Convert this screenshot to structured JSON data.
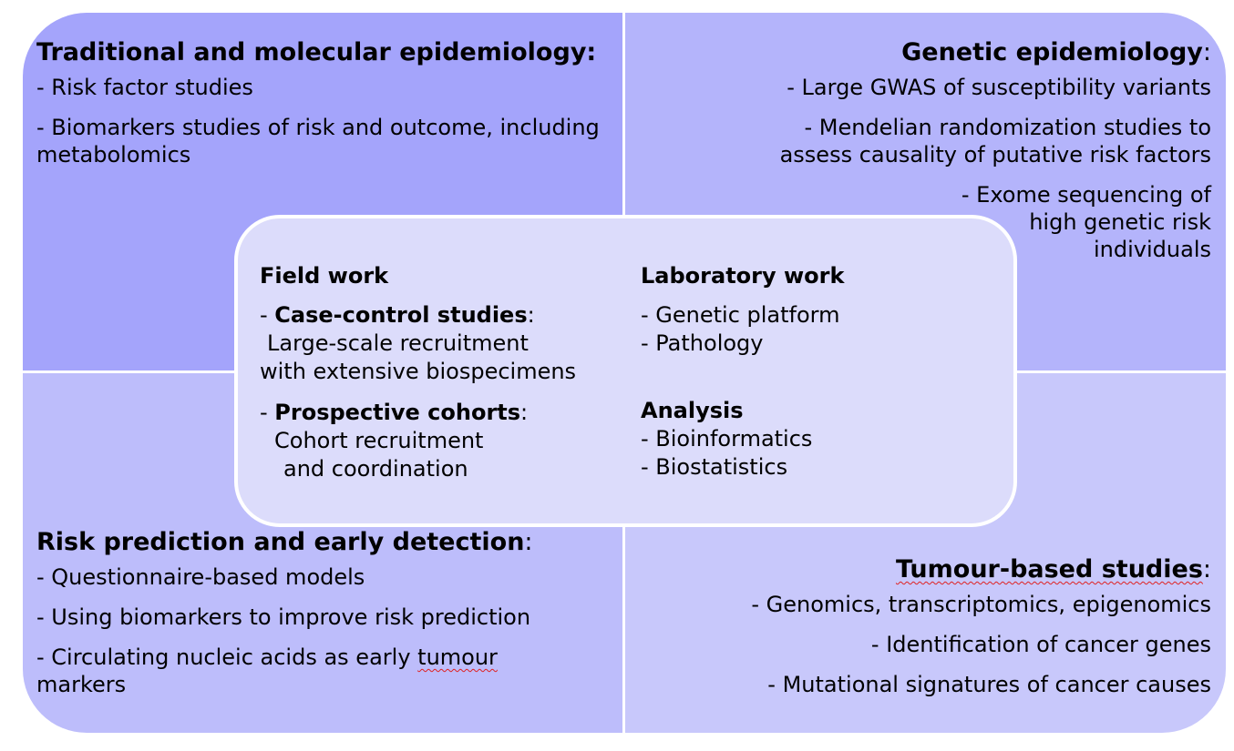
{
  "quadrants": {
    "top_left": {
      "title": "Traditional and molecular epidemiology:",
      "items": [
        "- Risk factor studies",
        "- Biomarkers studies of risk and outcome, including metabolomics"
      ]
    },
    "top_right": {
      "title": "Genetic epidemiology",
      "colon": ":",
      "items": [
        "- Large GWAS of susceptibility variants",
        "- Mendelian randomization studies to assess causality of putative risk factors",
        "- Exome sequencing of high genetic risk individuals"
      ]
    },
    "bottom_left": {
      "title": "Risk prediction and early detection",
      "colon": ":",
      "items": [
        "- Questionnaire-based models",
        "- Using biomarkers to improve risk prediction"
      ],
      "last_item_pre": "- Circulating nucleic acids as early ",
      "last_item_flagged": "tumour",
      "last_item_post": " markers"
    },
    "bottom_right": {
      "title": "Tumour-based studies",
      "colon": ":",
      "items": [
        "- Genomics, transcriptomics, epigenomics",
        "- Identification of cancer genes",
        "- Mutational signatures of cancer causes"
      ]
    }
  },
  "center": {
    "field_work": {
      "title": "Field work",
      "case_control_prefix": "- ",
      "case_control": "Case-control studies",
      "colon": ":",
      "case_control_line1": "Large-scale recruitment",
      "case_control_line2": "with extensive biospecimens",
      "prospective": "Prospective cohorts",
      "prospective_line1": "Cohort recruitment",
      "prospective_line2": "and coordination"
    },
    "laboratory_work": {
      "title": "Laboratory work",
      "items": [
        "- Genetic platform",
        "- Pathology"
      ]
    },
    "analysis": {
      "title": "Analysis",
      "items": [
        "- Bioinformatics",
        "- Biostatistics"
      ]
    }
  },
  "colors": {
    "top_left": "#a4a4fb",
    "top_right": "#b4b4fb",
    "bottom_left": "#bdbdfb",
    "bottom_right": "#c8c8fb",
    "center": "#dcdcfb"
  }
}
